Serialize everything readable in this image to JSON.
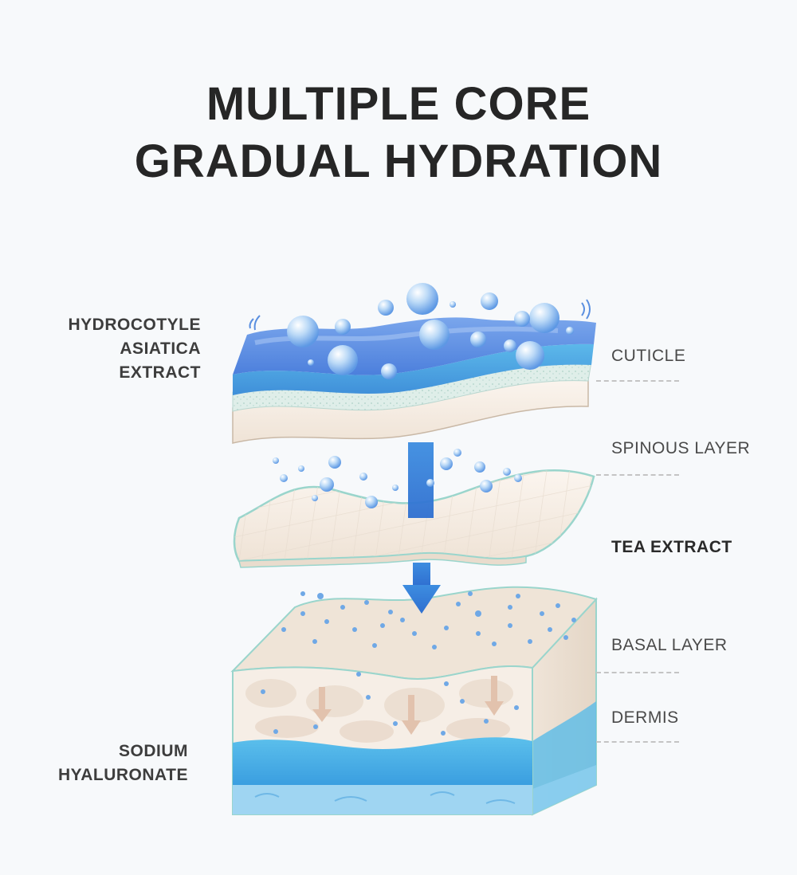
{
  "title": {
    "line1": "MULTIPLE CORE",
    "line2": "GRADUAL HYDRATION"
  },
  "labels": {
    "hydrocotyle_line1": "HYDROCOTYLE",
    "hydrocotyle_line2": "ASIATICA",
    "hydrocotyle_line3": "EXTRACT",
    "sodium_line1": "SODIUM",
    "sodium_line2": "HYALURONATE",
    "cuticle": "CUTICLE",
    "spinous": "SPINOUS LAYER",
    "tea": "TEA EXTRACT",
    "basal": "BASAL LAYER",
    "dermis": "DERMIS"
  },
  "colors": {
    "title": "#262626",
    "water_blue": "#4aa3e0",
    "layer_cream": "#f4ebe2",
    "outline_teal": "#8fd4cc"
  }
}
